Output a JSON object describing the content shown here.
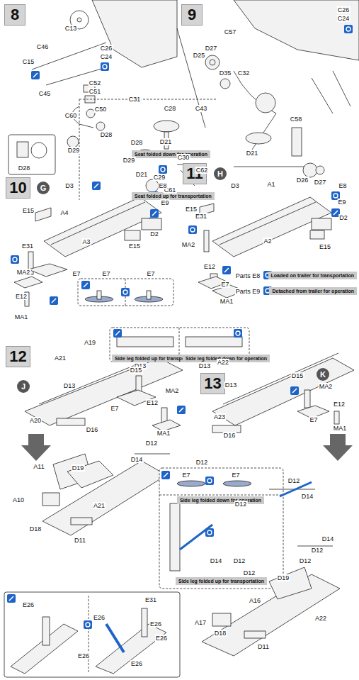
{
  "diagram": {
    "nodes": [
      {
        "text": [
          "8"
        ]
      },
      {
        "text": [
          "9"
        ]
      },
      {
        "text": [
          "10"
        ]
      },
      {
        "text": [
          "G"
        ]
      },
      {
        "text": [
          "11"
        ]
      },
      {
        "text": [
          "H"
        ]
      },
      {
        "text": [
          "12"
        ]
      },
      {
        "text": [
          "J"
        ]
      },
      {
        "text": [
          "13"
        ]
      },
      {
        "text": [
          "K"
        ]
      },
      {
        "text": [
          "Seat folded down for operation"
        ]
      },
      {
        "text": [
          "Seat folded up for transportation"
        ]
      },
      {
        "text": [
          "Loaded on trailer for transportation"
        ]
      },
      {
        "text": [
          "Detached from trailer for operation"
        ]
      },
      {
        "text": [
          "Side leg folded up for transportation"
        ]
      },
      {
        "text": [
          "Side leg folded down for operation"
        ]
      },
      {
        "text": [
          "Side leg folded down for operation"
        ]
      },
      {
        "text": [
          "Side leg folded up for transportation"
        ]
      }
    ],
    "labels": [
      "C13",
      "C46",
      "C26",
      "C24",
      "C15",
      "C45",
      "C52",
      "C51",
      "C31",
      "C60",
      "C50",
      "C28",
      "C43",
      "D28",
      "D29",
      "D28",
      "D21",
      "C30",
      "D29",
      "C62",
      "D21",
      "C29",
      "C61",
      "D28",
      "C26",
      "C24",
      "C57",
      "D27",
      "D25",
      "D35",
      "C32",
      "C58",
      "D21",
      "D26",
      "D27",
      "D3",
      "E8",
      "E15",
      "A4",
      "E9",
      "E31",
      "D2",
      "A3",
      "E15",
      "MA2",
      "E12",
      "E7",
      "E7",
      "E7",
      "MA1",
      "D3",
      "A1",
      "E8",
      "E15",
      "E31",
      "E9",
      "D2",
      "A2",
      "E15",
      "MA2",
      "E12",
      "E7",
      "MA1",
      "Parts E8",
      "Parts E9",
      "A19",
      "D13",
      "D13",
      "A21",
      "D15",
      "D13",
      "MA2",
      "E12",
      "E7",
      "A20",
      "D16",
      "MA1",
      "D12",
      "D14",
      "A11",
      "D19",
      "A10",
      "A21",
      "D18",
      "D11",
      "A22",
      "D15",
      "D13",
      "MA2",
      "E12",
      "A23",
      "D16",
      "E7",
      "MA1",
      "D12",
      "E7",
      "E7",
      "D12",
      "D14",
      "D12",
      "D14",
      "D12",
      "D12",
      "D14",
      "D12",
      "D12",
      "D19",
      "A16",
      "A17",
      "D18",
      "A22",
      "D11",
      "E26",
      "E31",
      "E26",
      "E26",
      "E26",
      "E26",
      "E26"
    ]
  }
}
